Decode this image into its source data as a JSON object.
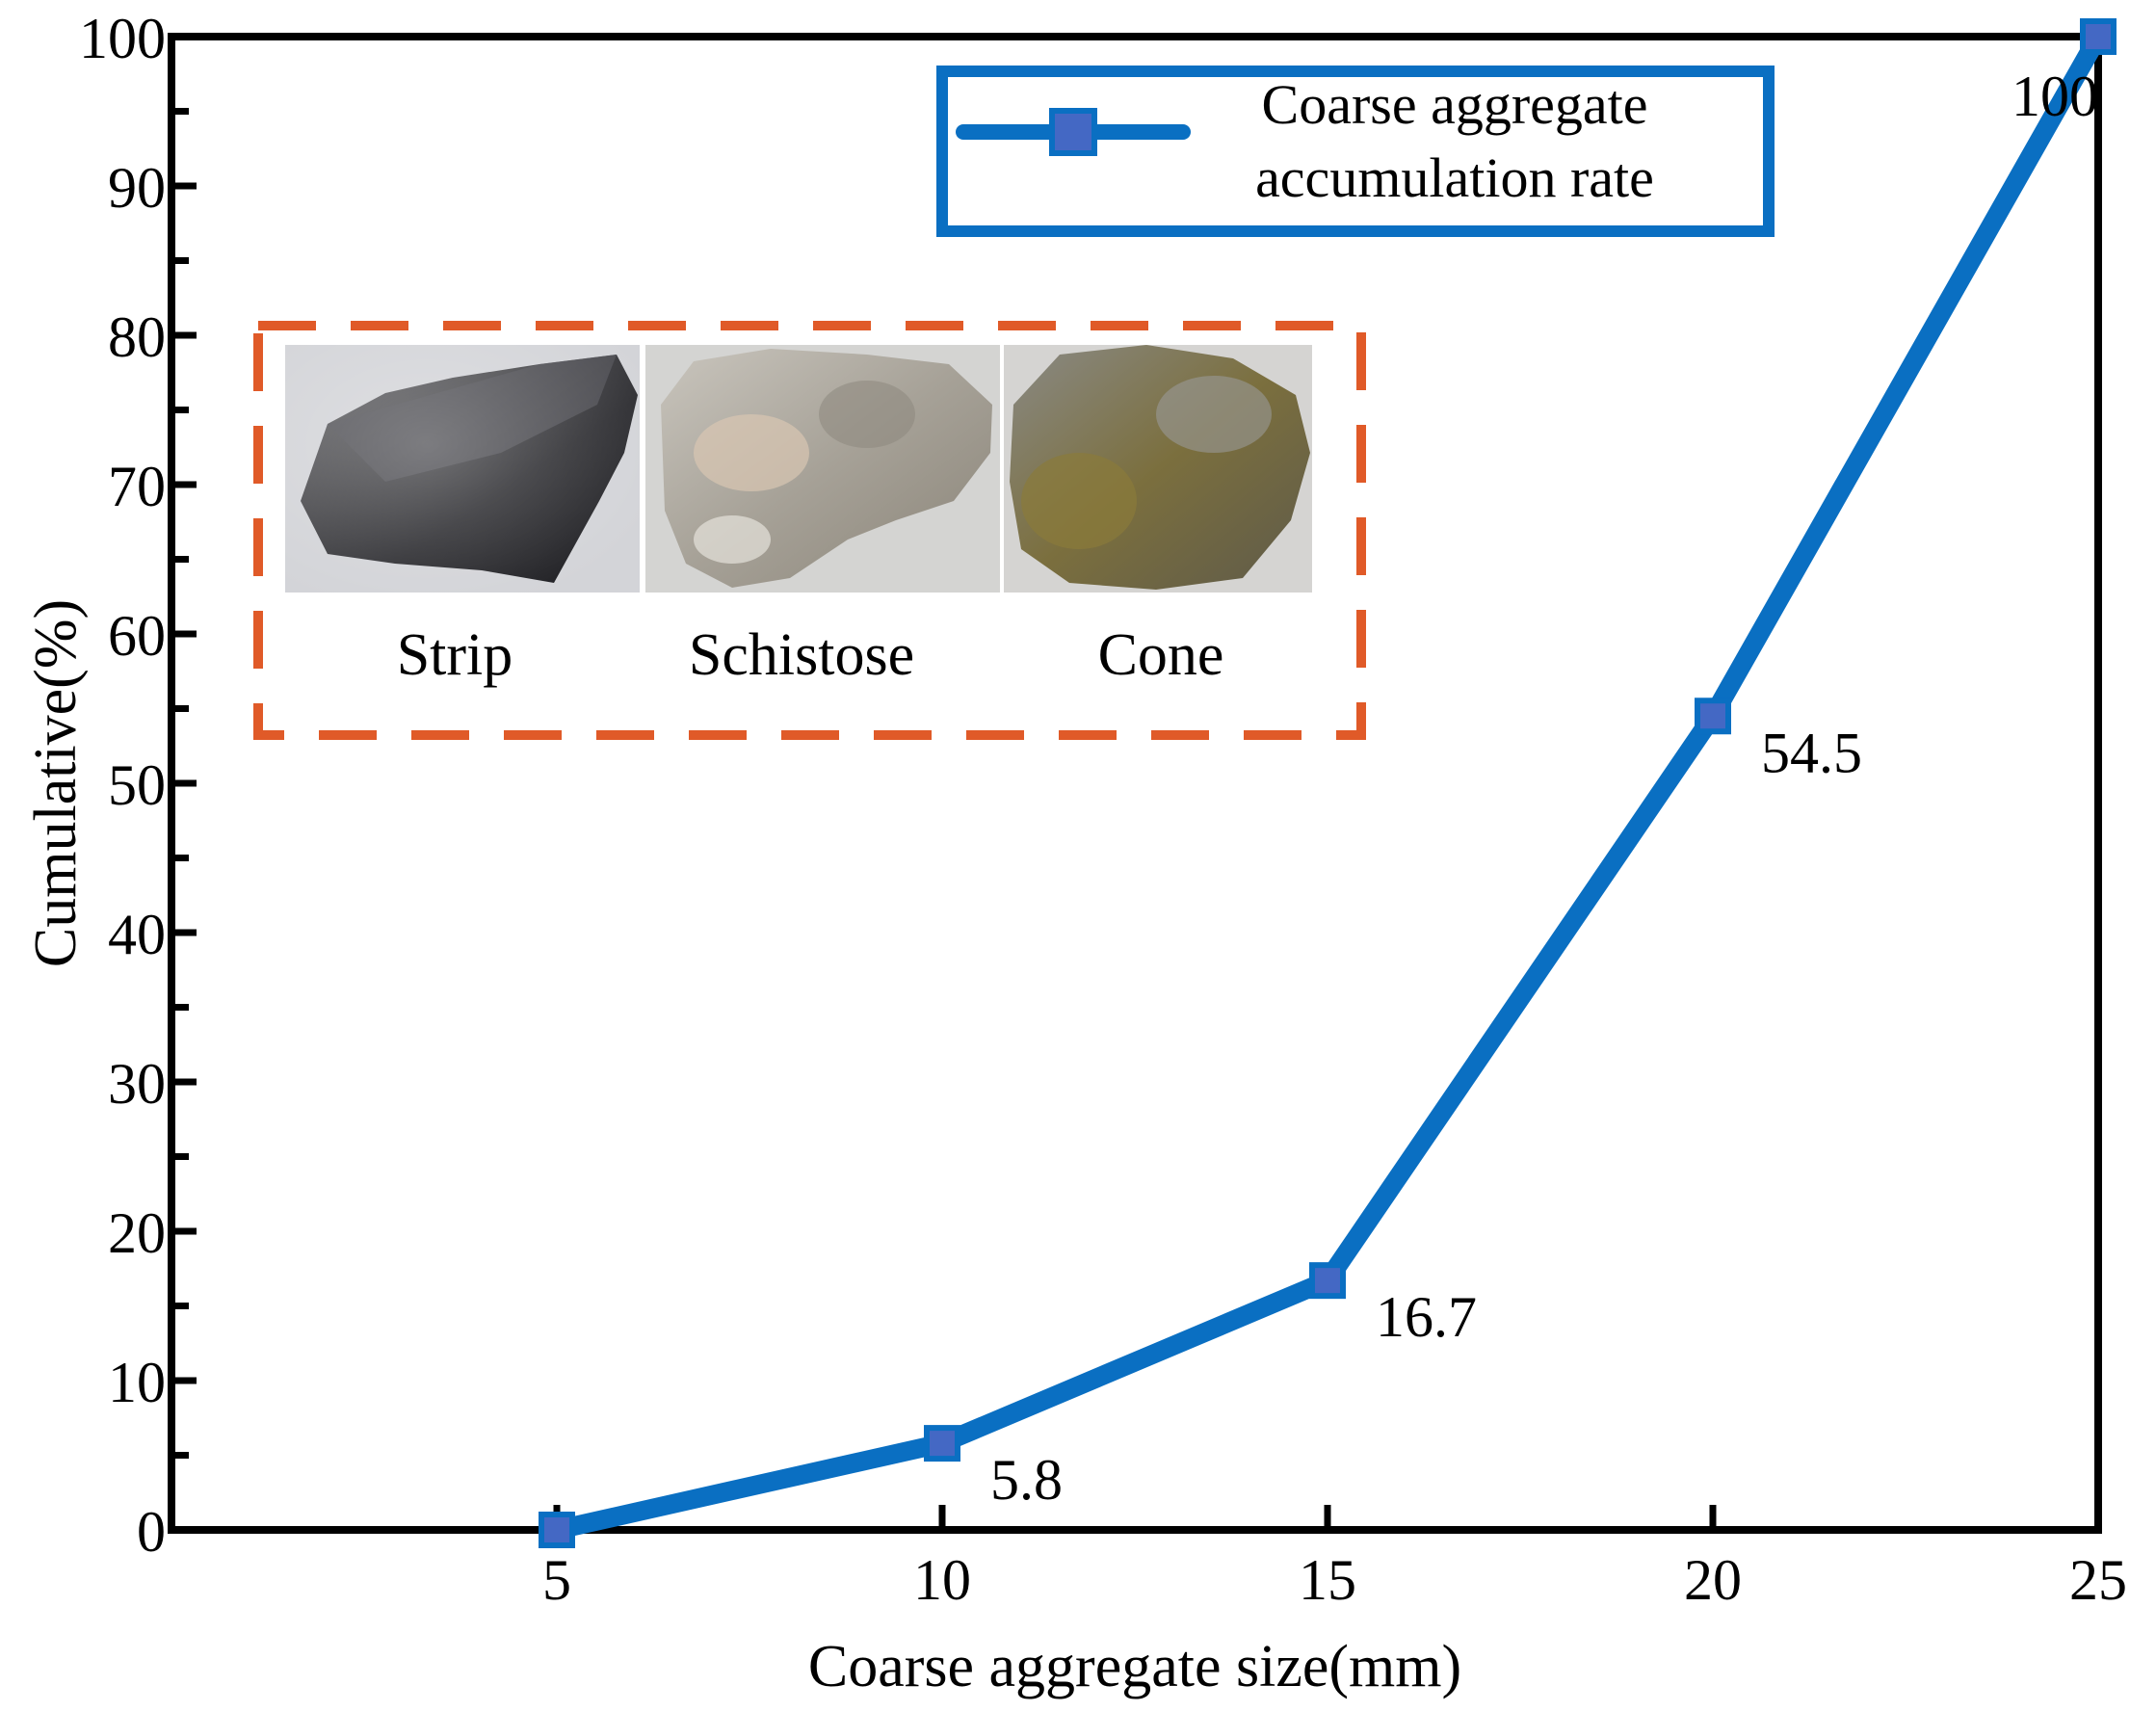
{
  "chart_data": {
    "type": "line",
    "x": [
      5,
      10,
      15,
      20,
      25
    ],
    "series": [
      {
        "name": "Coarse aggregate accumulation rate",
        "values": [
          0,
          5.8,
          16.7,
          54.5,
          100
        ],
        "data_labels": [
          "",
          "5.8",
          "16.7",
          "54.5",
          "100"
        ]
      }
    ],
    "xlabel": "Coarse aggregate size(mm)",
    "ylabel": "Cumulative(%)",
    "xlim": [
      0,
      25
    ],
    "ylim": [
      0,
      100
    ],
    "x_ticks": [
      "5",
      "10",
      "15",
      "20",
      "25"
    ],
    "y_ticks": [
      "0",
      "10",
      "20",
      "30",
      "40",
      "50",
      "60",
      "70",
      "80",
      "90",
      "100"
    ],
    "grid": false,
    "legend": {
      "position": "top-right",
      "lines": [
        "Coarse aggregate",
        "accumulation rate"
      ]
    },
    "inset": {
      "labels": [
        "Strip",
        "Schistose",
        "Cone"
      ]
    }
  },
  "colors": {
    "series": "#0a6fc2",
    "marker_fill": "#4468c4",
    "axis": "#000000",
    "inset_border": "#e05a28"
  }
}
